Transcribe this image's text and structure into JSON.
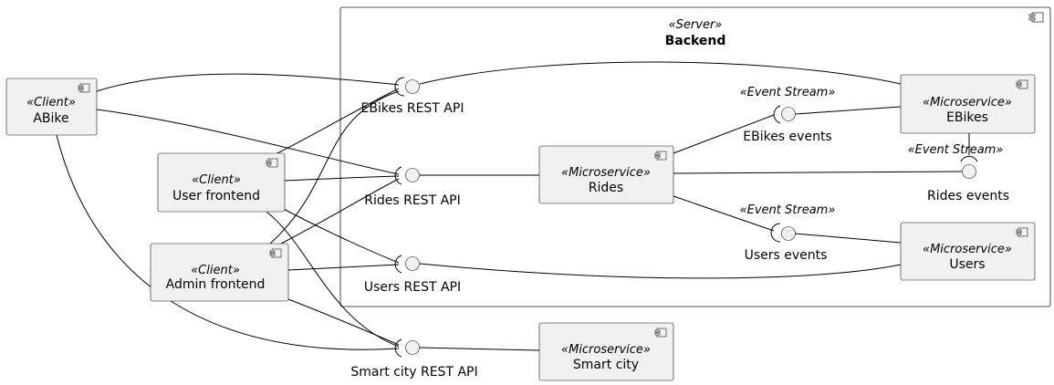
{
  "colors": {
    "node_fill": "#f1f1f1",
    "node_stroke": "#181818",
    "edge": "#000000",
    "background": "#ffffff"
  },
  "icons": {
    "component": "component-icon",
    "interface": "interface-lollipop-icon",
    "socket": "required-interface-socket-icon"
  },
  "backend": {
    "stereotype": "«Server»",
    "title": "Backend"
  },
  "clients": {
    "abike": {
      "stereotype": "«Client»",
      "label": "ABike"
    },
    "user_frontend": {
      "stereotype": "«Client»",
      "label": "User frontend"
    },
    "admin_frontend": {
      "stereotype": "«Client»",
      "label": "Admin frontend"
    }
  },
  "microservices": {
    "rides": {
      "stereotype": "«Microservice»",
      "label": "Rides"
    },
    "ebikes": {
      "stereotype": "«Microservice»",
      "label": "EBikes"
    },
    "users": {
      "stereotype": "«Microservice»",
      "label": "Users"
    },
    "smart_city": {
      "stereotype": "«Microservice»",
      "label": "Smart city"
    }
  },
  "interfaces": {
    "ebikes_api": {
      "label": "EBikes REST API"
    },
    "rides_api": {
      "label": "Rides REST API"
    },
    "users_api": {
      "label": "Users REST API"
    },
    "smart_city_api": {
      "label": "Smart city REST API"
    }
  },
  "event_streams": {
    "ebikes_events": {
      "stereotype": "«Event Stream»",
      "label": "EBikes events"
    },
    "rides_events": {
      "stereotype": "«Event Stream»",
      "label": "Rides events"
    },
    "users_events": {
      "stereotype": "«Event Stream»",
      "label": "Users events"
    }
  }
}
